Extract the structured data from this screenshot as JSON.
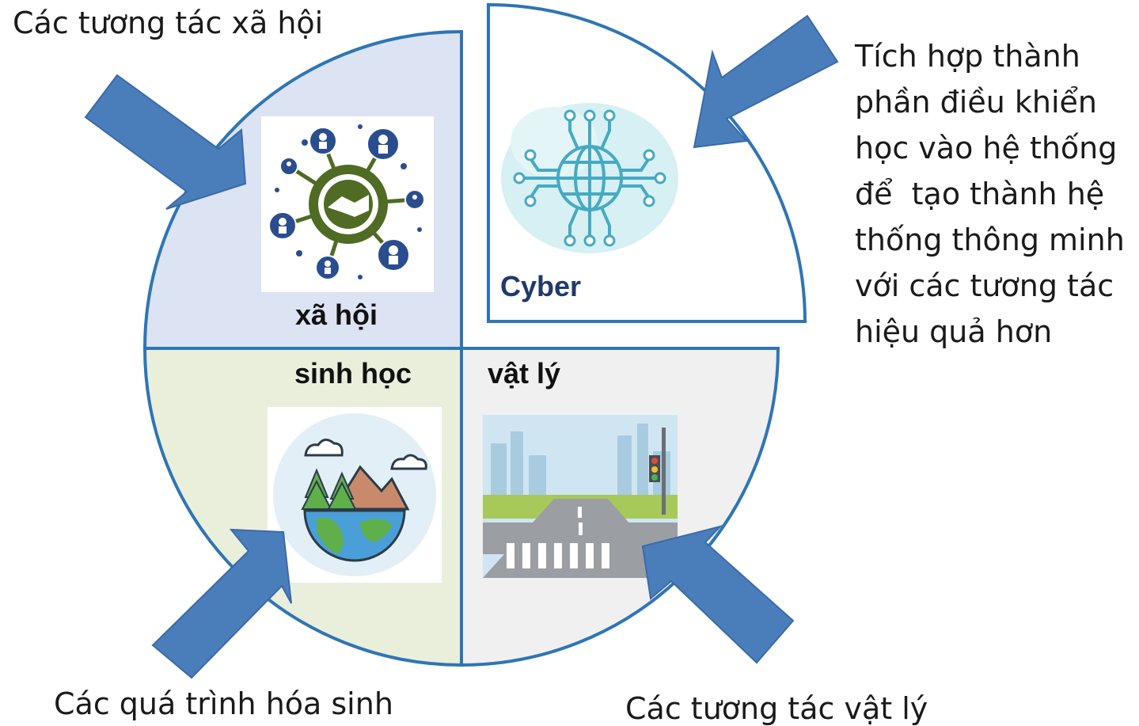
{
  "captions": {
    "social": "Các tương tác xã hội",
    "biochem": "Các quá trình hóa sinh",
    "physical": "Các tương tác vật lý"
  },
  "side_text": [
    "Tích hợp thành",
    "phần điều khiển",
    "học vào hệ thống",
    "để  tạo thành hệ",
    "thống thông minh",
    "với các tương tác",
    "hiệu quả hơn"
  ],
  "quadrants": {
    "social": "xã hội",
    "cyber": "Cyber",
    "bio": "sinh học",
    "physical": "vật lý"
  },
  "colors": {
    "arrow": "#4a7ebb",
    "circle_stroke": "#2e75b6",
    "social_fill": "#dce3f2",
    "bio_fill": "#eaefdc",
    "physical_fill": "#f0f0f0",
    "cyber_fill": "#ffffff"
  },
  "icons": {
    "social": "handshake-network-icon",
    "cyber": "globe-circuit-icon",
    "bio": "earth-nature-icon",
    "physical": "city-road-icon"
  }
}
